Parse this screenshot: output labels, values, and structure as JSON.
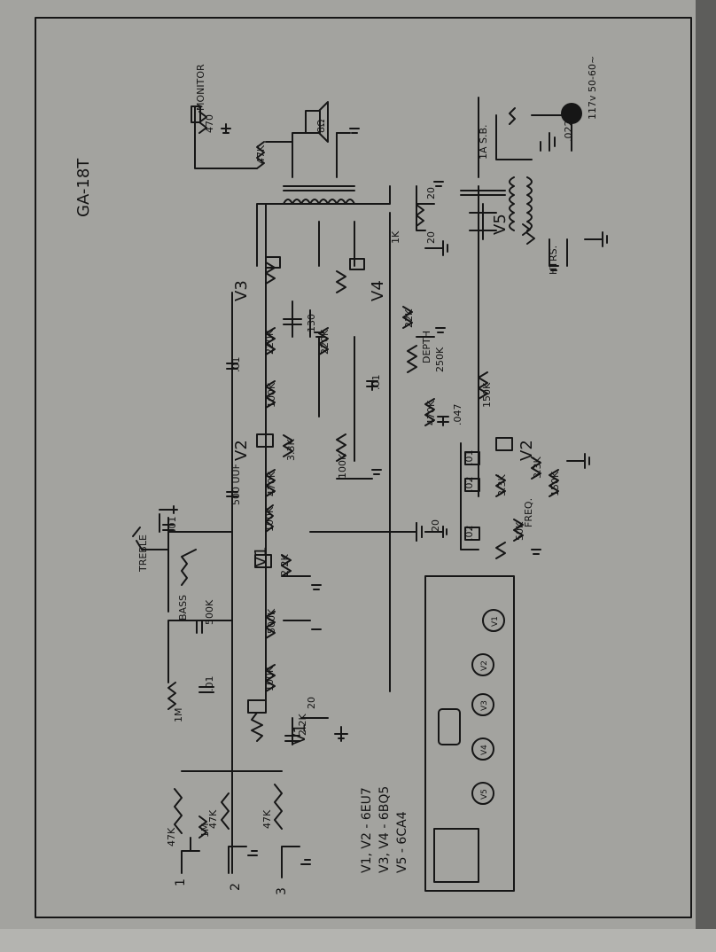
{
  "title": "GA-18T",
  "tube_list": [
    "V1, V2 - 6EU7",
    "V3, V4 - 6BQ5",
    "V5 - 6CA4"
  ],
  "inputs": [
    "1",
    "2",
    "3"
  ],
  "jacks": {
    "monitor": "MONITOR"
  },
  "controls": {
    "treble": "TREBLE",
    "bass": "BASS",
    "depth": "DEPTH",
    "freq": "FREQ."
  },
  "tubes": {
    "v1": "V1",
    "v2": "V2",
    "v3": "V3",
    "v4": "V4",
    "v5": "V5"
  },
  "power": {
    "fuse": "1A S.B.",
    "mains": "117v 50-60~",
    "heaters": "HTRS."
  },
  "values": {
    "r47k": "47K",
    "r1m": "1M",
    "r100k": "100K",
    "r22k": "2.2K",
    "r500k": "500K",
    "r470k": "470K",
    "r150k": "150K",
    "r220k": "220K",
    "r22kb": "22K",
    "r1k": "1K",
    "r470": "470",
    "r3_3k": "3.3K",
    "r250k": "250K",
    "r50k": "50K",
    "c01": ".01",
    "c02": ".02",
    "c500uuf": "500 UUF",
    "c20": "20",
    "c50": "50",
    "c500k": "500K",
    "c047": ".047",
    "c022": ".022",
    "c130": "130",
    "spk": "8Ω"
  },
  "layout_labels": {
    "v1": "V1",
    "v2": "V2",
    "v3": "V3",
    "v4": "V4",
    "v5": "V5"
  }
}
